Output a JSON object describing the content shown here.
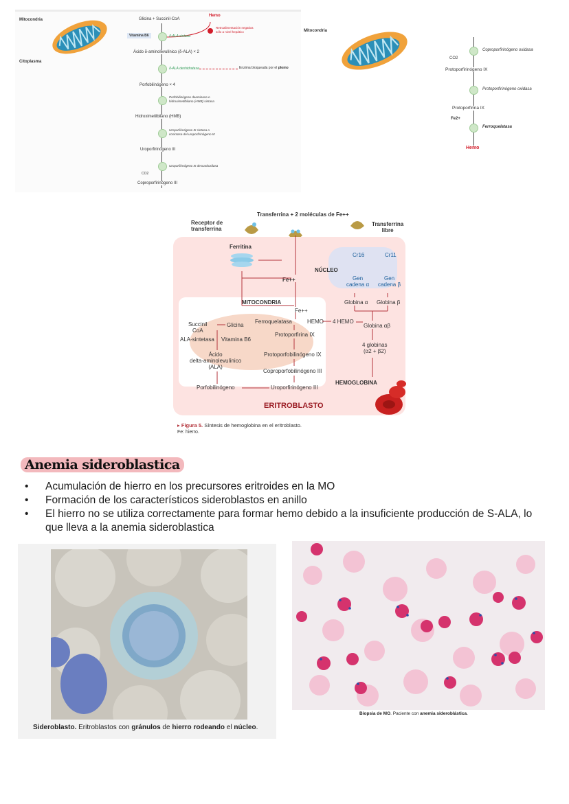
{
  "top_left_diagram": {
    "mitocondria_label": "Mitocondria",
    "citoplasma_label": "Citoplasma",
    "substrates": "Glicina + Succinil-CoA",
    "hemo_label": "Hemo",
    "feedback_note": [
      "Retroalimentación negativa",
      "sólo a nivel hepático"
    ],
    "vitamin": "Vitamina B6",
    "enzyme_ala_sintasa": "δ-ALA sintasa",
    "ala_product": "Ácido δ-aminolevulínico (δ-ALA) × 2",
    "enzyme_ala_dehidratasa": "δ-ALA deshidratasa",
    "lead_note_prefix": "Enzima bloqueada por el",
    "lead_note_bold": "plomo",
    "porfobilinogeno": "Porfobilinógeno × 4",
    "enzyme_deaminasa": [
      "Porfobilinógeno deaminasa o",
      "hidroximetilbilano (HMB) sintasa"
    ],
    "hidroximetilbilano": "Hidroximetilbilano (HMB)",
    "enzyme_uro_sintasa": [
      "Uroporfirinógeno III sintasa o",
      "cosintasa del uroporfirinógeno III"
    ],
    "uroporfirinogeno": "Uroporfirinógeno III",
    "enzyme_uro_descarb": "Uroporfirinógeno III descarboxilasa",
    "co2": "CO2",
    "coproporfirinogeno": "Coproporfirinógeno III"
  },
  "top_right_diagram": {
    "mitocondria_label": "Mitocondria",
    "enzyme_copro_oxidasa": "Coproporfirinógeno oxidasa",
    "co2": "CO2",
    "protoporfirinogeno": "Protoporfirinógeno IX",
    "enzyme_proto_oxidasa": "Protoporfirinógeno oxidasa",
    "protoporfirina": "Protoporfirina IX",
    "fe": "Fe2+",
    "enzyme_ferroquelatasa": "Ferroquelatasa",
    "hemo": "Hemo"
  },
  "figure5": {
    "transferrina_top": "Transferrina + 2 moléculas de Fe++",
    "receptor": [
      "Receptor de",
      "transferrina"
    ],
    "transferrina_libre": [
      "Transferrina",
      "libre"
    ],
    "ferritina": "Ferritina",
    "fe_pp": "Fe++",
    "nucleo": "NÚCLEO",
    "cr16": "Cr16",
    "cr11": "Cr11",
    "gen_alfa": [
      "Gen",
      "cadena α"
    ],
    "gen_beta": [
      "Gen",
      "cadena β"
    ],
    "mitocondria": "MITOCONDRIA",
    "globina_alfa": "Globina α",
    "globina_beta": "Globina β",
    "succinil": [
      "Succinil",
      "CoA"
    ],
    "glicina": "Glicina",
    "ala_sintetasa": "ALA-sintetasa",
    "vitamina": "Vitamina B6",
    "acido": [
      "Ácido",
      "delta-aminolevulínico",
      "(ALA)"
    ],
    "ferroquelatasa": "Ferroquelatasa",
    "hemo_inner": "HEMO",
    "hemo_outer": "4 HEMO",
    "protoporfirina": "Protoporfirina IX",
    "protoporfobilinogeno": "Protoporfobilinógeno IX",
    "coproporfobilinogeno": "Coproporfobilinógeno III",
    "porfobilinogeno": "Porfobilinógeno",
    "uroporfirinogeno": "Uroporfirinógeno III",
    "globina_ab": "Globina αβ",
    "cuatro_globinas": [
      "4 globinas",
      "(α2 + β2)"
    ],
    "hemoglobina": "HEMOGLOBINA",
    "eritroblasto": "ERITROBLASTO",
    "caption_label": "Figura 5.",
    "caption_text": "Síntesis de hemoglobina en el eritroblasto.",
    "caption_fe": "Fe: hierro."
  },
  "section": {
    "title": "Anemia sideroblastica",
    "bullets": [
      "Acumulación de hierro en los precursores eritroides en la MO",
      "Formación de los característicos sideroblastos en anillo",
      "El hierro no se utiliza correctamente para formar hemo debido a la insuficiente producción de S-ALA, lo que lleva a la anemia sideroblastica"
    ]
  },
  "left_image_caption": {
    "b1": "Sideroblasto.",
    "t1": " Eritroblastos con ",
    "b2": "gránulos",
    "t2": " de ",
    "b3": "hierro rodeando",
    "t3": " el ",
    "b4": "núcleo",
    "t4": "."
  },
  "right_image_caption": {
    "b1": "Biopsia de MO",
    "t1": ". Paciente con ",
    "b2": "anemia sideroblástica",
    "t2": "."
  },
  "colors": {
    "accent_red": "#d21c2a",
    "figure_bg": "#fde3e1",
    "enzyme_green": "#2f9a55",
    "title_highlight": "#f3b9bd"
  }
}
